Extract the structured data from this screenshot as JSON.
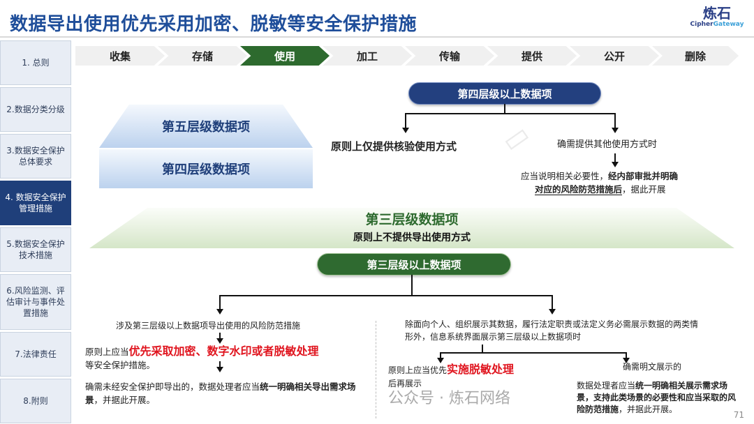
{
  "title": "数据导出使用优先采用加密、脱敏等安全保护措施",
  "logo": {
    "cn": "炼石",
    "en_a": "Cipher",
    "en_b": "Gateway"
  },
  "sidebar": [
    {
      "label": "1. 总则"
    },
    {
      "label": "2.数据分类分级"
    },
    {
      "label": "3.数据安全保护总体要求"
    },
    {
      "label": "4. 数据安全保护管理措施"
    },
    {
      "label": "5.数据安全保护技术措施"
    },
    {
      "label": "6.风险监测、评估审计与事件处置措施"
    },
    {
      "label": "7.法律责任"
    },
    {
      "label": "8.附则"
    }
  ],
  "steps": [
    "收集",
    "存储",
    "使用",
    "加工",
    "传输",
    "提供",
    "公开",
    "删除"
  ],
  "pyramid": {
    "level5": "第五层级数据项",
    "level4": "第四层级数据项"
  },
  "level4_above": {
    "pill": "第四层级以上数据项",
    "left": "原则上仅提供核验使用方式",
    "right": "确需提供其他使用方式时",
    "right_detail_a": "应当说明相关必要性，",
    "right_detail_b": "经内部审批并明确",
    "right_detail_c": "对应的风险防范措施后",
    "right_detail_d": "，据此开展"
  },
  "level3": {
    "title": "第三层级数据项",
    "subtitle": "原则上不提供导出使用方式"
  },
  "level3_above": {
    "pill": "第三层级以上数据项",
    "left_head": "涉及第三层级以上数据项导出使用的风险防范措施",
    "left_a": "原则上应当",
    "left_red": "优先采取加密、数字水印或者脱敏处理",
    "left_b": "等安全保护措施。",
    "left_c_a": "确需未经安全保护即导出的，数据处理者应当",
    "left_c_b": "统一明确相关导出需求场景",
    "left_c_c": "，并据此开展。",
    "right_head": "除面向个人、组织展示其数据，履行法定职责或法定义务必需展示数据的两类情形外，信息系统界面展示第三层级以上数据项时",
    "right_a": "原则上应当优先",
    "right_red": "实施脱敏处理",
    "right_b": "后再展示",
    "right_c": "确需明文展示的",
    "right_d_a": "数据处理者应当",
    "right_d_b": "统一明确相关展示需求场景，支持此类场景的必要性和应当采取的风险防范措施",
    "right_d_c": "，并据此开展。"
  },
  "wechat": "公众号 · 炼石网络",
  "page_number": "71"
}
